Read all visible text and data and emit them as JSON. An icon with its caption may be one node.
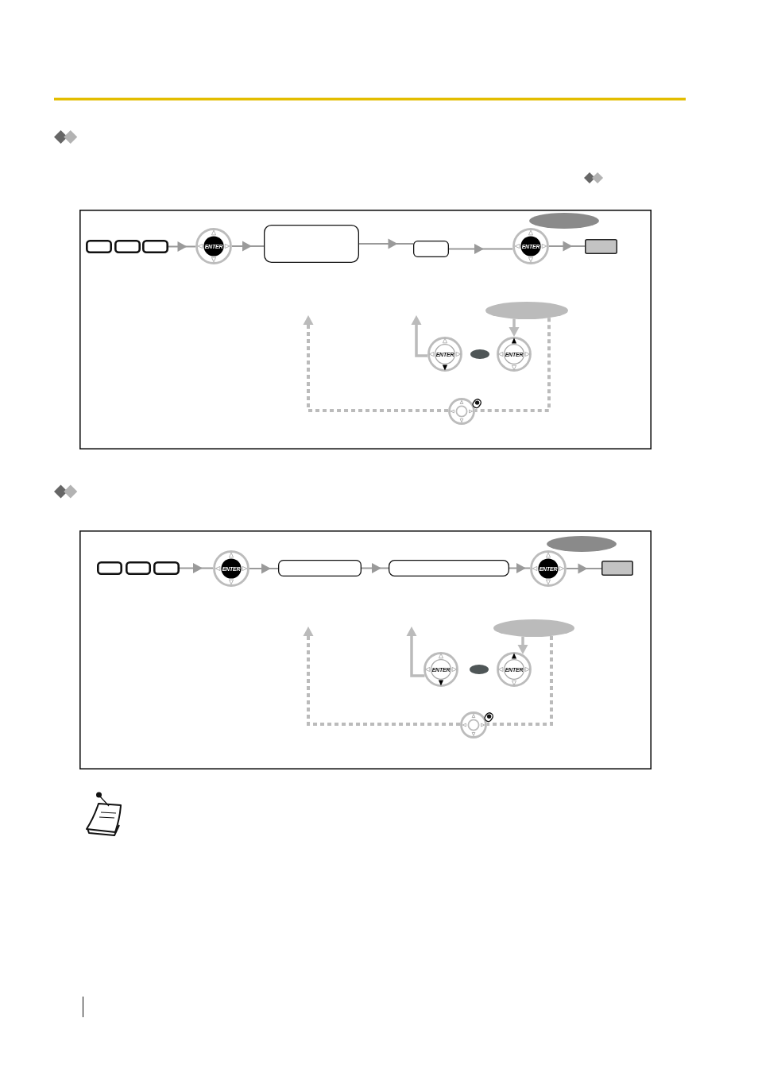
{
  "diagram": {
    "nodes": [
      {
        "text": [],
        "shape": "box"
      },
      {
        "text": [],
        "shape": "box",
        "in": 0
      },
      {
        "text": [],
        "shape": "box",
        "in": 0
      },
      {
        "text": [],
        "shape": "box",
        "in": 0
      },
      {
        "text": [
          "ENTER"
        ],
        "in": 0
      },
      {
        "text": [],
        "shape": "box",
        "in": 0
      },
      {
        "text": [],
        "shape": "box",
        "in": 0
      },
      {
        "text": [],
        "shape": "ellipse",
        "in": 0
      },
      {
        "text": [
          "ENTER"
        ],
        "in": 0
      },
      {
        "text": [],
        "shape": "box",
        "in": 0
      },
      {
        "text": [],
        "shape": "ellipse",
        "in": 0
      },
      {
        "text": [
          "ENTER"
        ],
        "in": 0
      },
      {
        "text": [],
        "shape": "ellipse",
        "in": 0
      },
      {
        "text": [
          "ENTER"
        ],
        "in": 0
      },
      {
        "text": [],
        "shape": "circle",
        "in": 0
      },
      {
        "text": [],
        "shape": "box"
      },
      {
        "text": [],
        "shape": "box",
        "in": 15
      },
      {
        "text": [],
        "shape": "box",
        "in": 15
      },
      {
        "text": [],
        "shape": "box",
        "in": 15
      },
      {
        "text": [
          "ENTER"
        ],
        "in": 15
      },
      {
        "text": [],
        "shape": "box",
        "in": 15
      },
      {
        "text": [],
        "shape": "box",
        "in": 15
      },
      {
        "text": [],
        "shape": "ellipse",
        "in": 15
      },
      {
        "text": [
          "ENTER"
        ],
        "in": 15
      },
      {
        "text": [],
        "shape": "box",
        "in": 15
      },
      {
        "text": [],
        "shape": "ellipse",
        "in": 15
      },
      {
        "text": [
          "ENTER"
        ],
        "in": 15
      },
      {
        "text": [],
        "shape": "ellipse",
        "in": 15
      },
      {
        "text": [
          "ENTER"
        ],
        "in": 15
      },
      {
        "text": [],
        "shape": "circle",
        "in": 15
      }
    ],
    "edges": [
      {
        "from": 3,
        "to": 4,
        "arrow": "to"
      },
      {
        "from": 4,
        "to": 5,
        "arrow": "to"
      },
      {
        "from": 5,
        "to": 6,
        "arrow": "to"
      },
      {
        "from": 6,
        "to": 8,
        "arrow": "to"
      },
      {
        "from": 8,
        "to": 9,
        "arrow": "to"
      },
      {
        "from": 10,
        "to": 13,
        "arrow": "to",
        "color": "#bbbbbb"
      },
      {
        "from": 11,
        "to": null,
        "arrow": "to",
        "color": "#bbbbbb"
      },
      {
        "from": 10,
        "to": 14,
        "arrow": "none",
        "style": "dashed",
        "color": "#bbbbbb"
      },
      {
        "from": 14,
        "to": null,
        "arrow": "to",
        "style": "dashed",
        "color": "#bbbbbb"
      },
      {
        "from": 18,
        "to": 19,
        "arrow": "to"
      },
      {
        "from": 19,
        "to": 20,
        "arrow": "to"
      },
      {
        "from": 20,
        "to": 21,
        "arrow": "to"
      },
      {
        "from": 21,
        "to": 23,
        "arrow": "to"
      },
      {
        "from": 23,
        "to": 24,
        "arrow": "to"
      },
      {
        "from": 25,
        "to": 28,
        "arrow": "to",
        "color": "#bbbbbb"
      },
      {
        "from": 26,
        "to": null,
        "arrow": "to",
        "color": "#bbbbbb"
      },
      {
        "from": 25,
        "to": 29,
        "arrow": "none",
        "style": "dashed",
        "color": "#bbbbbb"
      },
      {
        "from": 29,
        "to": null,
        "arrow": "to",
        "style": "dashed",
        "color": "#bbbbbb"
      }
    ]
  }
}
